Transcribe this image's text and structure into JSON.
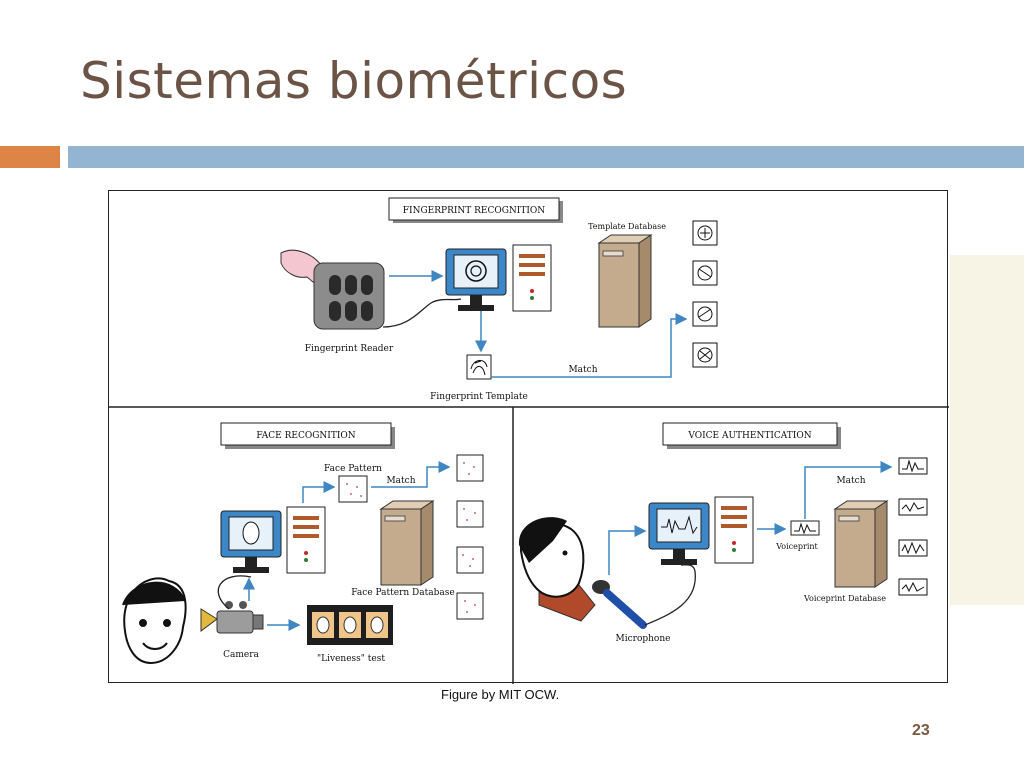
{
  "slide": {
    "title": "Sistemas biométricos",
    "page_number": "23",
    "caption": "Figure by MIT OCW."
  },
  "fingerprint": {
    "heading": "FINGERPRINT RECOGNITION",
    "reader_label": "Fingerprint Reader",
    "template_label": "Fingerprint Template",
    "database_label": "Template Database",
    "match_label": "Match"
  },
  "face": {
    "heading": "FACE RECOGNITION",
    "pattern_label": "Face Pattern",
    "match_label": "Match",
    "database_label": "Face Pattern Database",
    "camera_label": "Camera",
    "liveness_label": "\"Liveness\" test"
  },
  "voice": {
    "heading": "VOICE AUTHENTICATION",
    "match_label": "Match",
    "voiceprint_label": "Voiceprint",
    "database_label": "Voiceprint Database",
    "microphone_label": "Microphone"
  },
  "colors": {
    "title": "#6b5446",
    "orange_bar": "#dd8446",
    "blue_bar": "#93b5d1",
    "arrow": "#3f86c2",
    "server_tan": "#c5ab8d"
  }
}
